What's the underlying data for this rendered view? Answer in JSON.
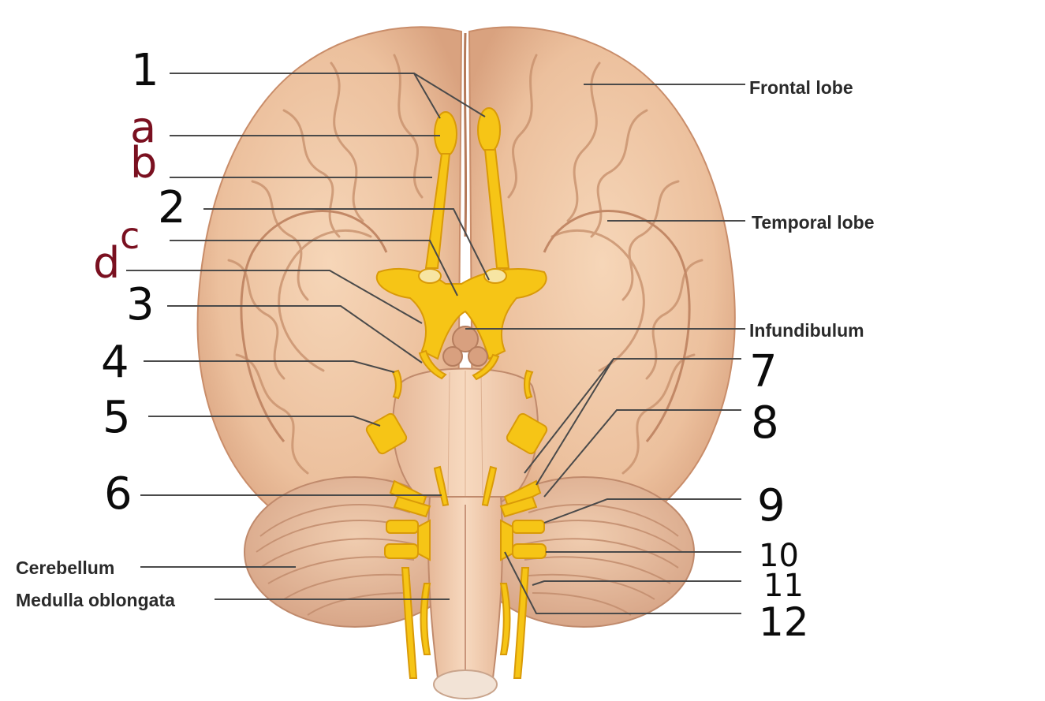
{
  "printed_labels": {
    "frontal_lobe": "Frontal lobe",
    "temporal_lobe": "Temporal lobe",
    "infundibulum": "Infundibulum",
    "cerebellum": "Cerebellum",
    "medulla_oblongata": "Medulla oblongata"
  },
  "handwritten_numbers": [
    "1",
    "2",
    "3",
    "4",
    "5",
    "6",
    "7",
    "8",
    "9",
    "10",
    "11",
    "12"
  ],
  "handwritten_letters": [
    "a",
    "b",
    "c",
    "d"
  ],
  "colors": {
    "brain": "#f1c9a6",
    "brain_shadow": "#d9a27f",
    "nerve": "#f6c516",
    "nerve_dark": "#d99a08",
    "leader_line": "#4a4a4a",
    "number_ink": "#0b0b0b",
    "letter_ink": "#7a1020"
  }
}
